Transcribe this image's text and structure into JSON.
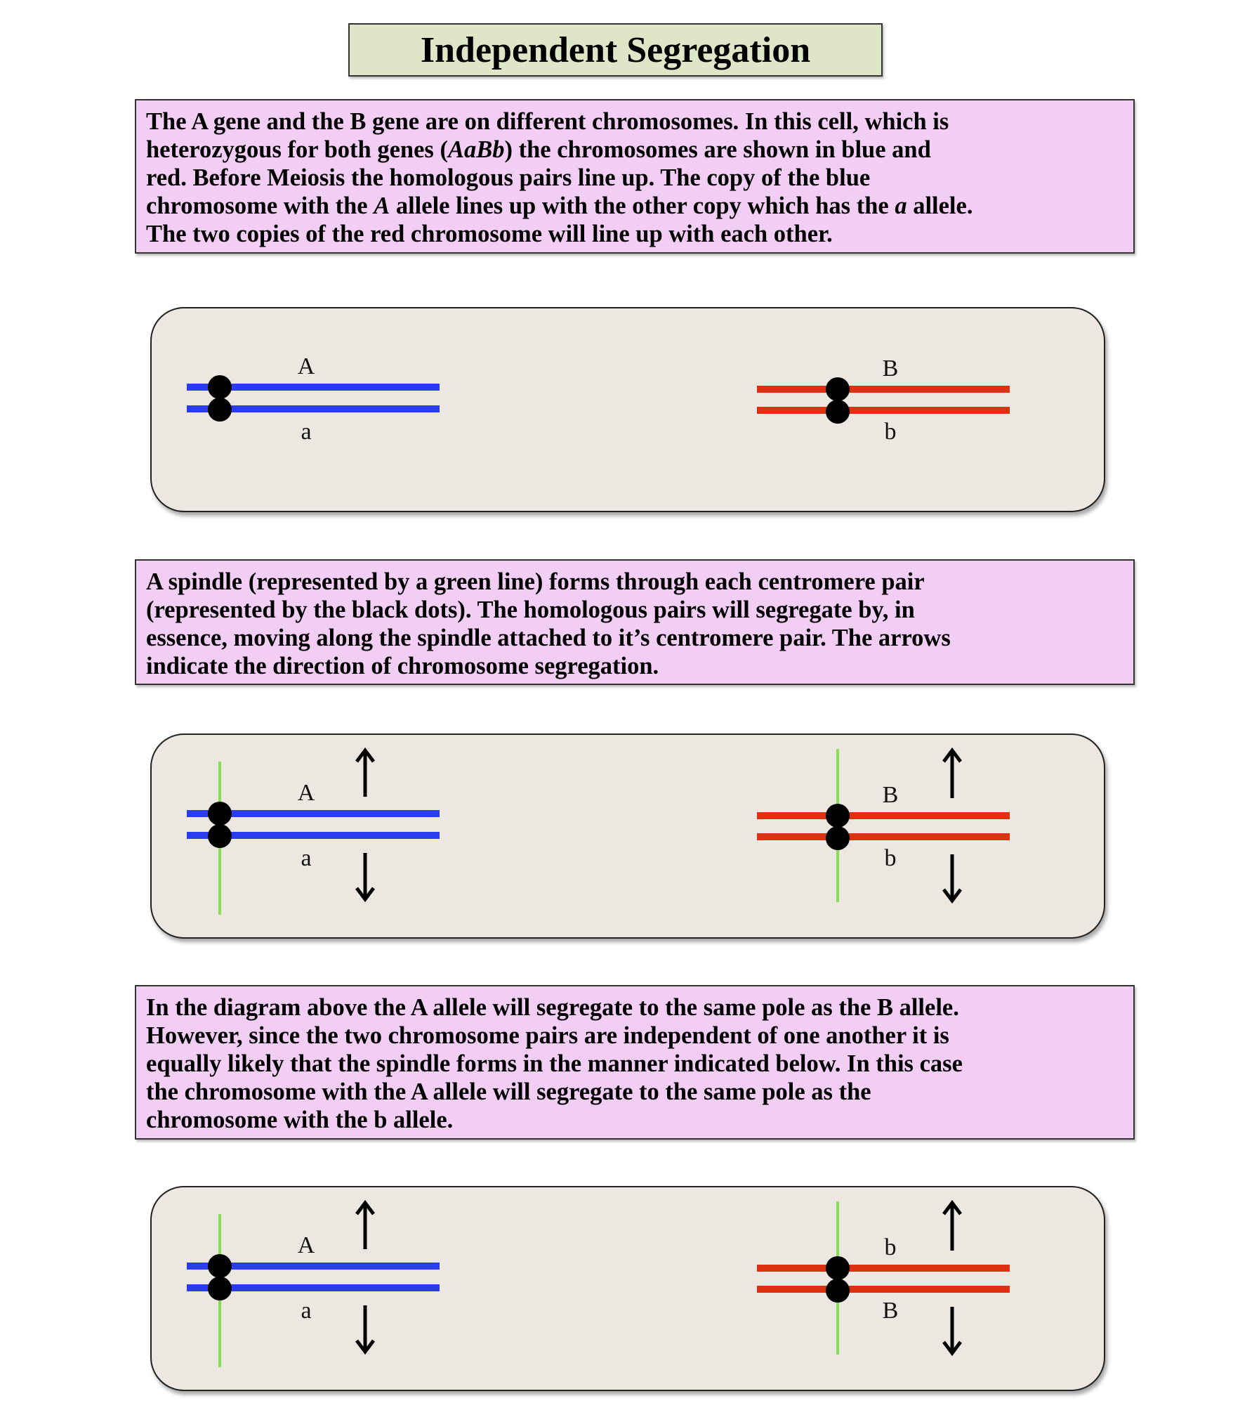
{
  "title": "Independent Segregation",
  "paragraphs": [
    {
      "lines": [
        [
          {
            "t": "The A gene and the B gene are on different chromosomes. In this cell, which is"
          }
        ],
        [
          {
            "t": "heterozygous for both genes ("
          },
          {
            "t": "AaBb",
            "i": true
          },
          {
            "t": ") the chromosomes are shown in blue and"
          }
        ],
        [
          {
            "t": "red. Before Meiosis the homologous pairs line up. The copy of the blue"
          }
        ],
        [
          {
            "t": "chromosome with the "
          },
          {
            "t": "A",
            "i": true
          },
          {
            "t": " allele lines up with the other copy which has the "
          },
          {
            "t": "a",
            "i": true
          },
          {
            "t": " allele."
          }
        ],
        [
          {
            "t": "The two copies of the red chromosome will line up with each other."
          }
        ]
      ]
    },
    {
      "lines": [
        [
          {
            "t": "A spindle (represented by a green line) forms through each centromere pair"
          }
        ],
        [
          {
            "t": "(represented by the black dots). The homologous pairs will segregate by, in"
          }
        ],
        [
          {
            "t": "essence, moving along the spindle attached to it’s centromere pair. The arrows"
          }
        ],
        [
          {
            "t": "indicate the direction of chromosome segregation."
          }
        ]
      ]
    },
    {
      "lines": [
        [
          {
            "t": "In the diagram above the A allele will segregate to the same pole as the B allele."
          }
        ],
        [
          {
            "t": "However, since the two chromosome pairs are independent of one another it is"
          }
        ],
        [
          {
            "t": "equally likely that the spindle forms in the manner indicated below. In this case"
          }
        ],
        [
          {
            "t": "the chromosome with the A allele will segregate to the same pole as the"
          }
        ],
        [
          {
            "t": "chromosome with the b allele."
          }
        ]
      ]
    }
  ],
  "cells": [
    {
      "spindle": false,
      "arrows": false,
      "blue": {
        "top": "A",
        "bottom": "a"
      },
      "red": {
        "top": "B",
        "bottom": "b"
      }
    },
    {
      "spindle": true,
      "arrows": true,
      "blue": {
        "top": "A",
        "bottom": "a"
      },
      "red": {
        "top": "B",
        "bottom": "b"
      }
    },
    {
      "spindle": true,
      "arrows": true,
      "blue": {
        "top": "A",
        "bottom": "a"
      },
      "red": {
        "top": "b",
        "bottom": "B"
      }
    }
  ],
  "colors": {
    "blue_chromosome": "#2b3bf0",
    "red_chromosome": "#dd3010",
    "spindle": "#88dd55",
    "centromere": "#000000",
    "cell_fill": "#ece7e0",
    "text_box": "#f2cdf4",
    "title_box": "#dfe6c8"
  }
}
